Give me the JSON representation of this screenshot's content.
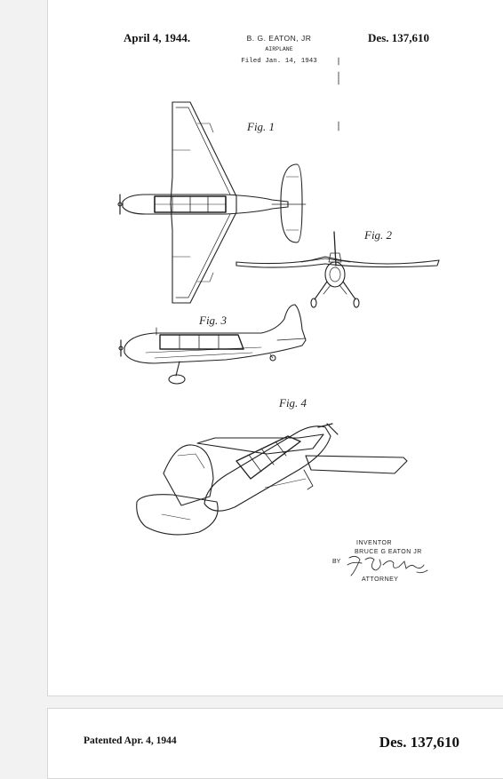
{
  "page1": {
    "date": "April 4, 1944.",
    "inventor_header": "B. G. EATON, JR",
    "title": "AIRPLANE",
    "filed": "Filed Jan. 14, 1943",
    "patent_number": "Des. 137,610",
    "figures": {
      "fig1": "Fig. 1",
      "fig2": "Fig. 2",
      "fig3": "Fig. 3",
      "fig4": "Fig. 4"
    },
    "signature": {
      "inventor_label": "INVENTOR",
      "inventor_name": "BRUCE G EATON JR",
      "by": "BY",
      "attorney_label": "ATTORNEY"
    }
  },
  "page2": {
    "patented": "Patented Apr. 4, 1944",
    "patent_number": "Des. 137,610"
  }
}
